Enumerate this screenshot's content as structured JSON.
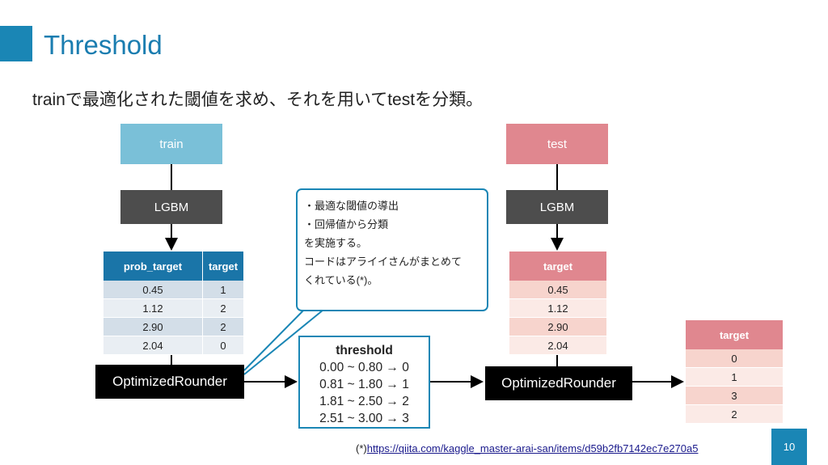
{
  "header": {
    "title": "Threshold",
    "subtitle": "trainで最適化された閾値を求め、それを用いてtestを分類。"
  },
  "left_flow": {
    "input_label": "train",
    "model_label": "LGBM",
    "table": {
      "headers": [
        "prob_target",
        "target"
      ],
      "rows": [
        [
          "0.45",
          "1"
        ],
        [
          "1.12",
          "2"
        ],
        [
          "2.90",
          "2"
        ],
        [
          "2.04",
          "0"
        ]
      ]
    },
    "rounder_label": "OptimizedRounder"
  },
  "callout": {
    "lines": [
      "・最適な閾値の導出",
      "・回帰値から分類",
      "を実施する。",
      "コードはアライイさんがまとめて",
      "くれている(*)。"
    ]
  },
  "threshold_box": {
    "heading": "threshold",
    "rules": [
      "0.00 ~ 0.80 → 0",
      "0.81 ~ 1.80 → 1",
      "1.81 ~ 2.50 → 2",
      "2.51 ~ 3.00 → 3"
    ]
  },
  "right_flow": {
    "input_label": "test",
    "model_label": "LGBM",
    "table": {
      "header": "target",
      "rows": [
        "0.45",
        "1.12",
        "2.90",
        "2.04"
      ]
    },
    "rounder_label": "OptimizedRounder"
  },
  "output_table": {
    "header": "target",
    "rows": [
      "0",
      "1",
      "3",
      "2"
    ]
  },
  "footnote": {
    "prefix": "(*)",
    "link": "https://qiita.com/kaggle_master-arai-san/items/d59b2fb7142ec7e270a5"
  },
  "page_number": "10",
  "colors": {
    "accent": "#1a86b5",
    "train": "#7ac0d8",
    "test": "#e0878f",
    "model": "#4d4d4d",
    "rounder": "#000000"
  }
}
